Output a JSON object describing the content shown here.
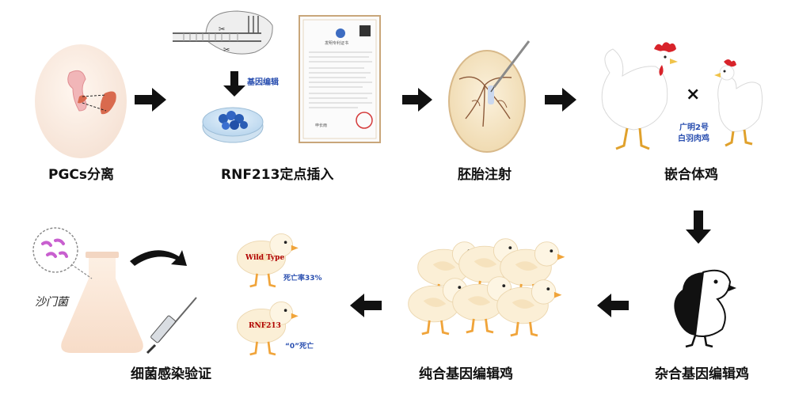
{
  "steps": {
    "pgc_isolation": "PGCs分离",
    "rnf213_insertion": "RNF213定点插入",
    "embryo_injection": "胚胎注射",
    "chimera_chicken": "嵌合体鸡",
    "hetero_edited": "杂合基因编辑鸡",
    "homo_edited": "纯合基因编辑鸡",
    "bacterial_challenge": "细菌感染验证"
  },
  "annotations": {
    "gene_editing": "基因编辑",
    "breed_line1": "广明2号",
    "breed_line2": "白羽肉鸡",
    "cross_symbol": "×",
    "salmonella": "沙门菌",
    "wild_type": "Wild Type",
    "wt_mortality": "死亡率33%",
    "rnf213_label": "RNF213",
    "rnf213_mortality": "“0”死亡"
  },
  "certificate": {
    "title": "发明专利证书",
    "signature": "申长雨"
  },
  "colors": {
    "label": "#111111",
    "annotation_blue": "#2a4fb0",
    "tag_red": "#b00000",
    "arrow": "#111111"
  }
}
